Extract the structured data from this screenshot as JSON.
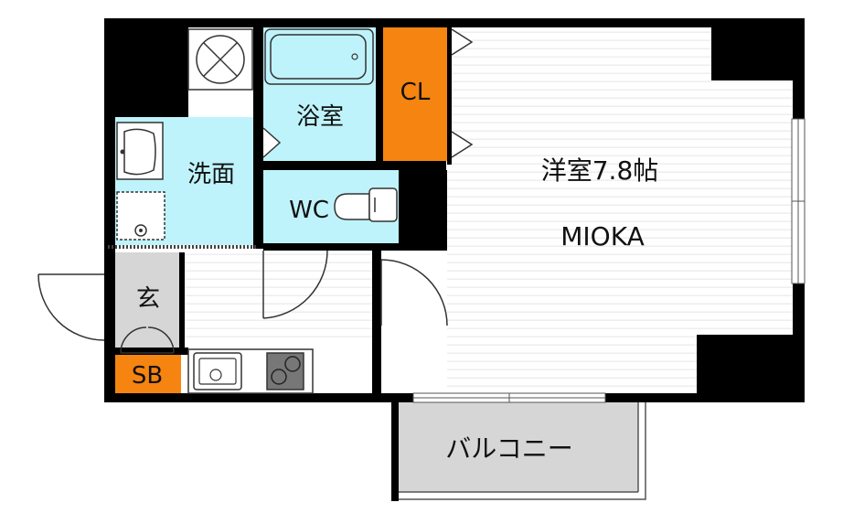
{
  "rooms": {
    "western_room": {
      "label": "洋室7.8帖",
      "subtitle": "MIOKA"
    },
    "bathroom": {
      "label": "浴室"
    },
    "washroom": {
      "label": "洗面"
    },
    "toilet": {
      "label": "WC"
    },
    "closet": {
      "label": "CL"
    },
    "entrance": {
      "label": "玄"
    },
    "shoe_box": {
      "label": "SB"
    },
    "balcony": {
      "label": "バルコニー"
    }
  },
  "colors": {
    "wet_area": "#bff3fb",
    "storage": "#f58410",
    "wall": "#000000",
    "balcony_floor": "#d6d6d6",
    "entrance_floor": "#d6d6d6",
    "room_stripe": "#eeeeee"
  }
}
